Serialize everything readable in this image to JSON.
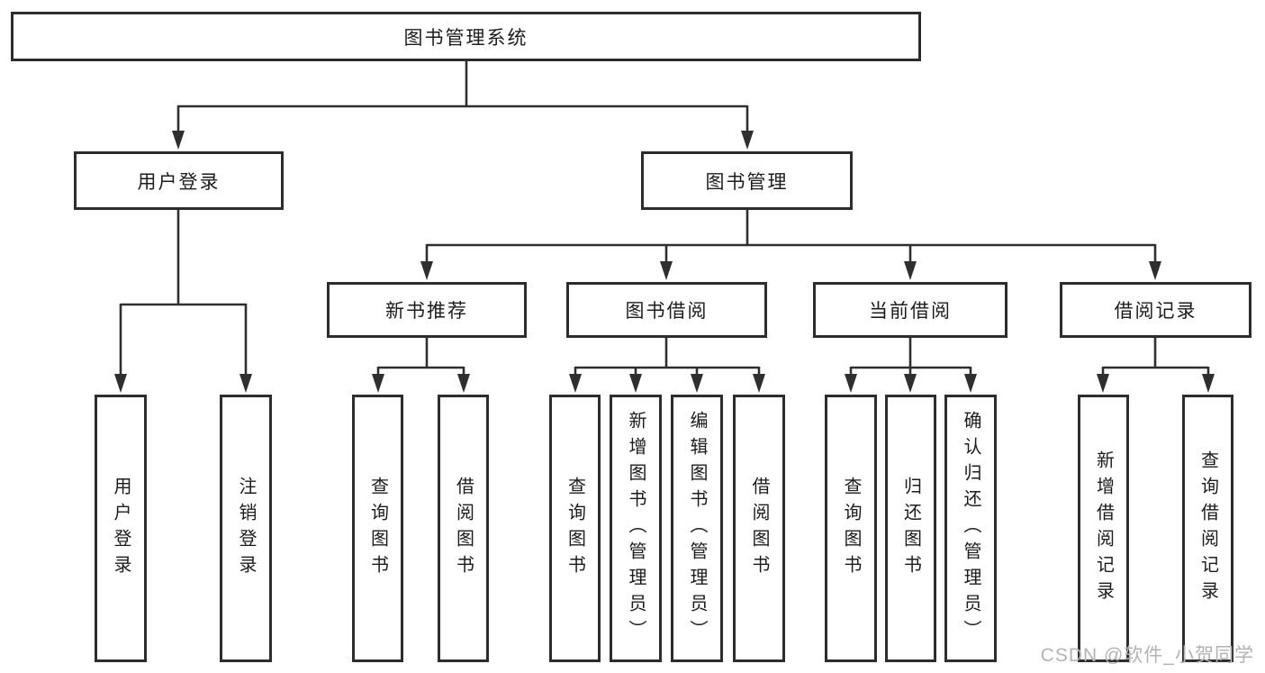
{
  "diagram": {
    "root": {
      "label": "图书管理系统"
    },
    "level2": {
      "user_login": {
        "label": "用户登录"
      },
      "book_mgmt": {
        "label": "图书管理"
      }
    },
    "level3": {
      "new_book": {
        "label": "新书推荐"
      },
      "book_borrow": {
        "label": "图书借阅"
      },
      "current_borrow": {
        "label": "当前借阅"
      },
      "borrow_records": {
        "label": "借阅记录"
      }
    },
    "leaves": {
      "user_login": "用户登录",
      "logout": "注销登录",
      "nb_query_books": "查询图书",
      "nb_borrow_books": "借阅图书",
      "bb_query_books": "查询图书",
      "bb_add_books_admin": "新增图书（管理员）",
      "bb_edit_books_admin": "编辑图书（管理员）",
      "bb_borrow_books": "借阅图书",
      "cb_query_books": "查询图书",
      "cb_return_books": "归还图书",
      "cb_confirm_return_admin": "确认归还（管理员）",
      "br_add_record": "新增借阅记录",
      "br_query_record": "查询借阅记录"
    },
    "hierarchy": [
      {
        "parent": "图书管理系统",
        "children": [
          "用户登录",
          "图书管理"
        ]
      },
      {
        "parent": "用户登录",
        "children": [
          "用户登录",
          "注销登录"
        ]
      },
      {
        "parent": "图书管理",
        "children": [
          "新书推荐",
          "图书借阅",
          "当前借阅",
          "借阅记录"
        ]
      },
      {
        "parent": "新书推荐",
        "children": [
          "查询图书",
          "借阅图书"
        ]
      },
      {
        "parent": "图书借阅",
        "children": [
          "查询图书",
          "新增图书（管理员）",
          "编辑图书（管理员）",
          "借阅图书"
        ]
      },
      {
        "parent": "当前借阅",
        "children": [
          "查询图书",
          "归还图书",
          "确认归还（管理员）"
        ]
      },
      {
        "parent": "借阅记录",
        "children": [
          "新增借阅记录",
          "查询借阅记录"
        ]
      }
    ],
    "colors": {
      "line": "#2f2f2f",
      "box_border": "#2d2d2d",
      "box_fill": "#ffffff",
      "text": "#1c1c1c",
      "watermark": "#b3b3b3"
    }
  },
  "watermark": {
    "label": "CSDN @软件_小贺同学"
  }
}
